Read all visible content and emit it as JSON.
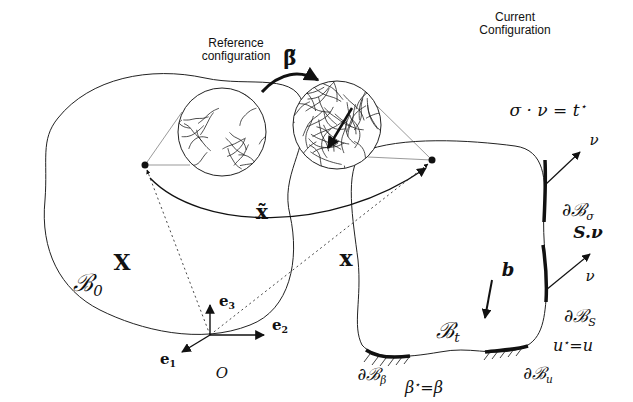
{
  "diagram": {
    "labels": [
      "Reference configuration",
      "Current Configuration",
      "β̃",
      "x̃",
      "ℬ0",
      "X",
      "x",
      "e3",
      "e2",
      "e1",
      "O",
      "ℬt",
      "σ · ν = t⋆",
      "ν",
      "∂ℬσ",
      "S.ν",
      "ν",
      "∂ℬS",
      "b",
      "∂ℬβ",
      "β⋆=β",
      "u⋆=u",
      "∂ℬu"
    ]
  }
}
